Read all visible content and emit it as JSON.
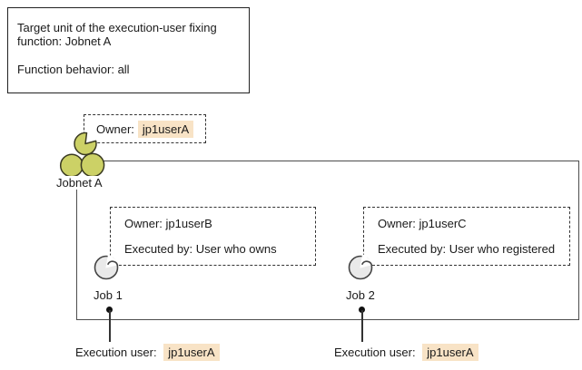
{
  "colors": {
    "highlight_bg": "#f8e3c6",
    "jobnet_icon_fill": "#ccd166",
    "jobnet_icon_stroke": "#3b3b22",
    "job_icon_fill": "#e9e9e9",
    "job_icon_stroke": "#444444",
    "frame_line": "#4d4d4d"
  },
  "info_box": {
    "line1": "Target unit of the execution-user fixing",
    "line2": "function: Jobnet A",
    "line3": "Function behavior: all"
  },
  "jobnet": {
    "label": "Jobnet A",
    "owner_prefix": "Owner:",
    "owner_user": "jp1userA"
  },
  "jobs": [
    {
      "label": "Job 1",
      "owner": "Owner: jp1userB",
      "executed_by": "Executed by: User who owns",
      "exec_prefix": "Execution user:",
      "exec_user": "jp1userA"
    },
    {
      "label": "Job 2",
      "owner": "Owner: jp1userC",
      "executed_by": "Executed by: User who registered",
      "exec_prefix": "Execution user:",
      "exec_user": "jp1userA"
    }
  ]
}
